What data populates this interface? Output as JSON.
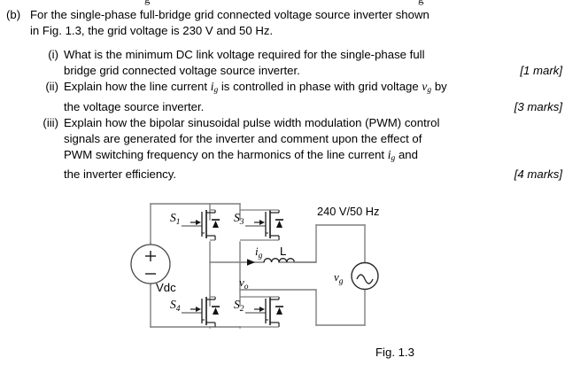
{
  "top_cutoff": {
    "artifacts": [
      "g",
      "g"
    ]
  },
  "question": {
    "part_label": "(b)",
    "stem_line1": "For the single-phase full-bridge grid connected voltage source inverter shown",
    "stem_line2": "in Fig. 1.3, the grid voltage is 230 V and 50 Hz.",
    "items": [
      {
        "marker": "(i)",
        "lines": [
          "What is the minimum DC link voltage required for the single-phase full",
          "bridge grid connected voltage source inverter."
        ],
        "marks": "[1 mark]"
      },
      {
        "marker": "(ii)",
        "lines": [
          "Explain how the line current i_g is controlled in phase with grid voltage v_g by",
          "the voltage source inverter."
        ],
        "marks": "[3 marks]",
        "inline_vars": [
          "ig",
          "vg"
        ]
      },
      {
        "marker": "(iii)",
        "lines": [
          "Explain how the bipolar sinusoidal pulse width modulation (PWM) control",
          "signals are generated for the inverter and comment upon the effect of",
          "PWM switching frequency on the harmonics of the line current i_g and",
          "the inverter efficiency."
        ],
        "marks": "[4 marks]",
        "inline_vars": [
          "ig"
        ]
      }
    ],
    "item2_text_a": "Explain how the line current",
    "item2_text_b": "is controlled in phase with grid voltage",
    "item2_text_c": "by",
    "item2_line2": "the voltage source inverter.",
    "item3_line1": "Explain how the bipolar sinusoidal pulse width modulation (PWM) control",
    "item3_line2": "signals are generated for the inverter and comment upon the effect of",
    "item3_line3a": "PWM switching frequency on the harmonics of the line current",
    "item3_line3b": "and",
    "item3_line4": "the inverter efficiency.",
    "item1_line1": "What is the minimum DC link voltage required for the single-phase full",
    "item1_line2": "bridge grid connected voltage source inverter."
  },
  "figure": {
    "caption": "Fig. 1.3",
    "labels": {
      "switch_s1": "S",
      "switch_s1_sub": "1",
      "switch_s2": "S",
      "switch_s2_sub": "2",
      "switch_s3": "S",
      "switch_s3_sub": "3",
      "switch_s4": "S",
      "switch_s4_sub": "4",
      "dc_source": "Vdc",
      "dc_plus": "+",
      "dc_minus": "−",
      "line_current": "i",
      "line_current_sub": "g",
      "inductor": "L",
      "output_voltage": "v",
      "output_voltage_sub": "o",
      "grid_voltage": "v",
      "grid_voltage_sub": "g",
      "grid_rating": "240 V/50 Hz"
    },
    "colors": {
      "wire": "#7f7f7f",
      "device": "#1a1a1a",
      "text": "#000000",
      "background": "#ffffff"
    }
  }
}
